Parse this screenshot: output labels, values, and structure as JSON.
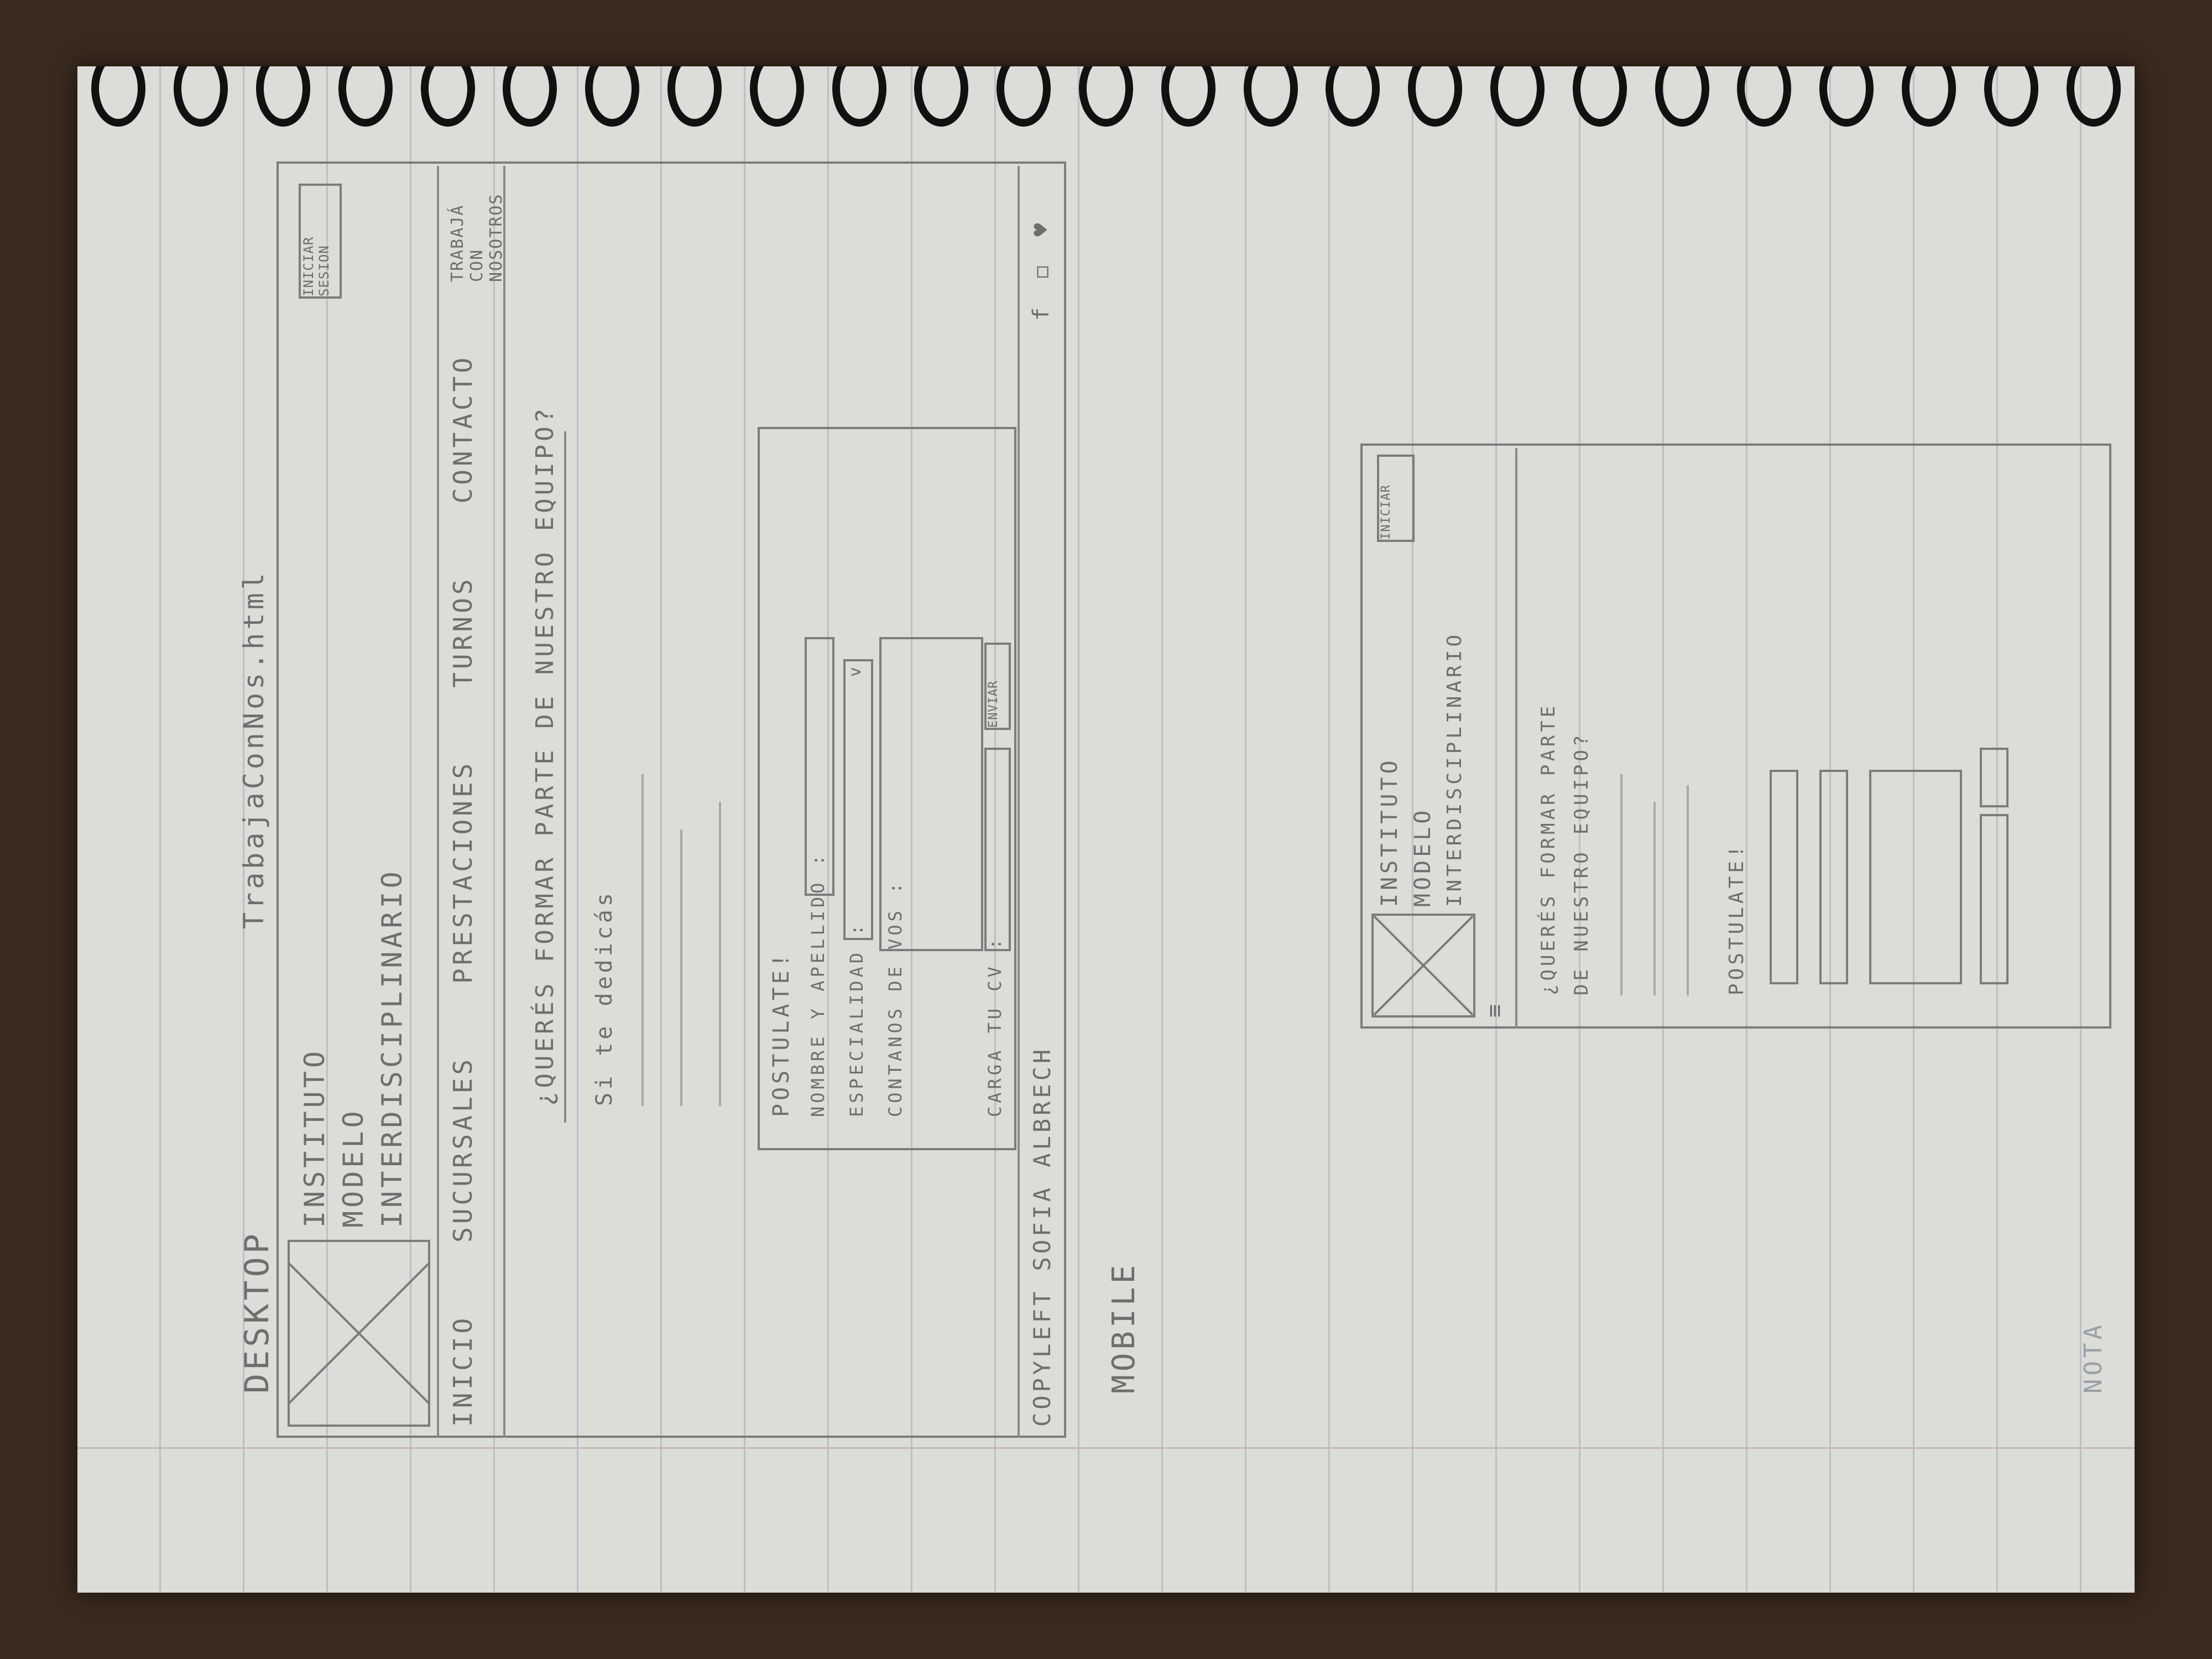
{
  "desktop": {
    "label": "DESKTOP",
    "file_name": "TrabajaConNos.html",
    "brand": [
      "INSTITUTO",
      "MODELO",
      "INTERDISCIPLINARIO"
    ],
    "login": "INICIAR SESION",
    "nav": [
      "INICIO",
      "SUCURSALES",
      "PRESTACIONES",
      "TURNOS",
      "CONTACTO",
      "TRABAJÁ CON NOSOTROS"
    ],
    "question": "¿QUERÉS FORMAR PARTE DE NUESTRO EQUIPO?",
    "intro": "Si te dedicás",
    "section_title": "POSTULATE!",
    "fields": {
      "name_label": "NOMBRE Y APELLIDO :",
      "specialty_label": "ESPECIALIDAD :",
      "about_label": "CONTANOS DE VOS :",
      "cv_label": "CARGA TU CV :",
      "send": "ENVIAR"
    },
    "footer": "COPYLEFT SOFIA ALBRECH"
  },
  "mobile": {
    "label": "MOBILE",
    "brand": [
      "INSTITUTO",
      "MODELO",
      "INTERDISCIPLINARIO"
    ],
    "login": "INICIAR",
    "question": [
      "¿QUERÉS FORMAR PARTE",
      "DE NUESTRO EQUIPO?"
    ],
    "section_title": "POSTULATE!"
  },
  "note_label": "NOTA"
}
